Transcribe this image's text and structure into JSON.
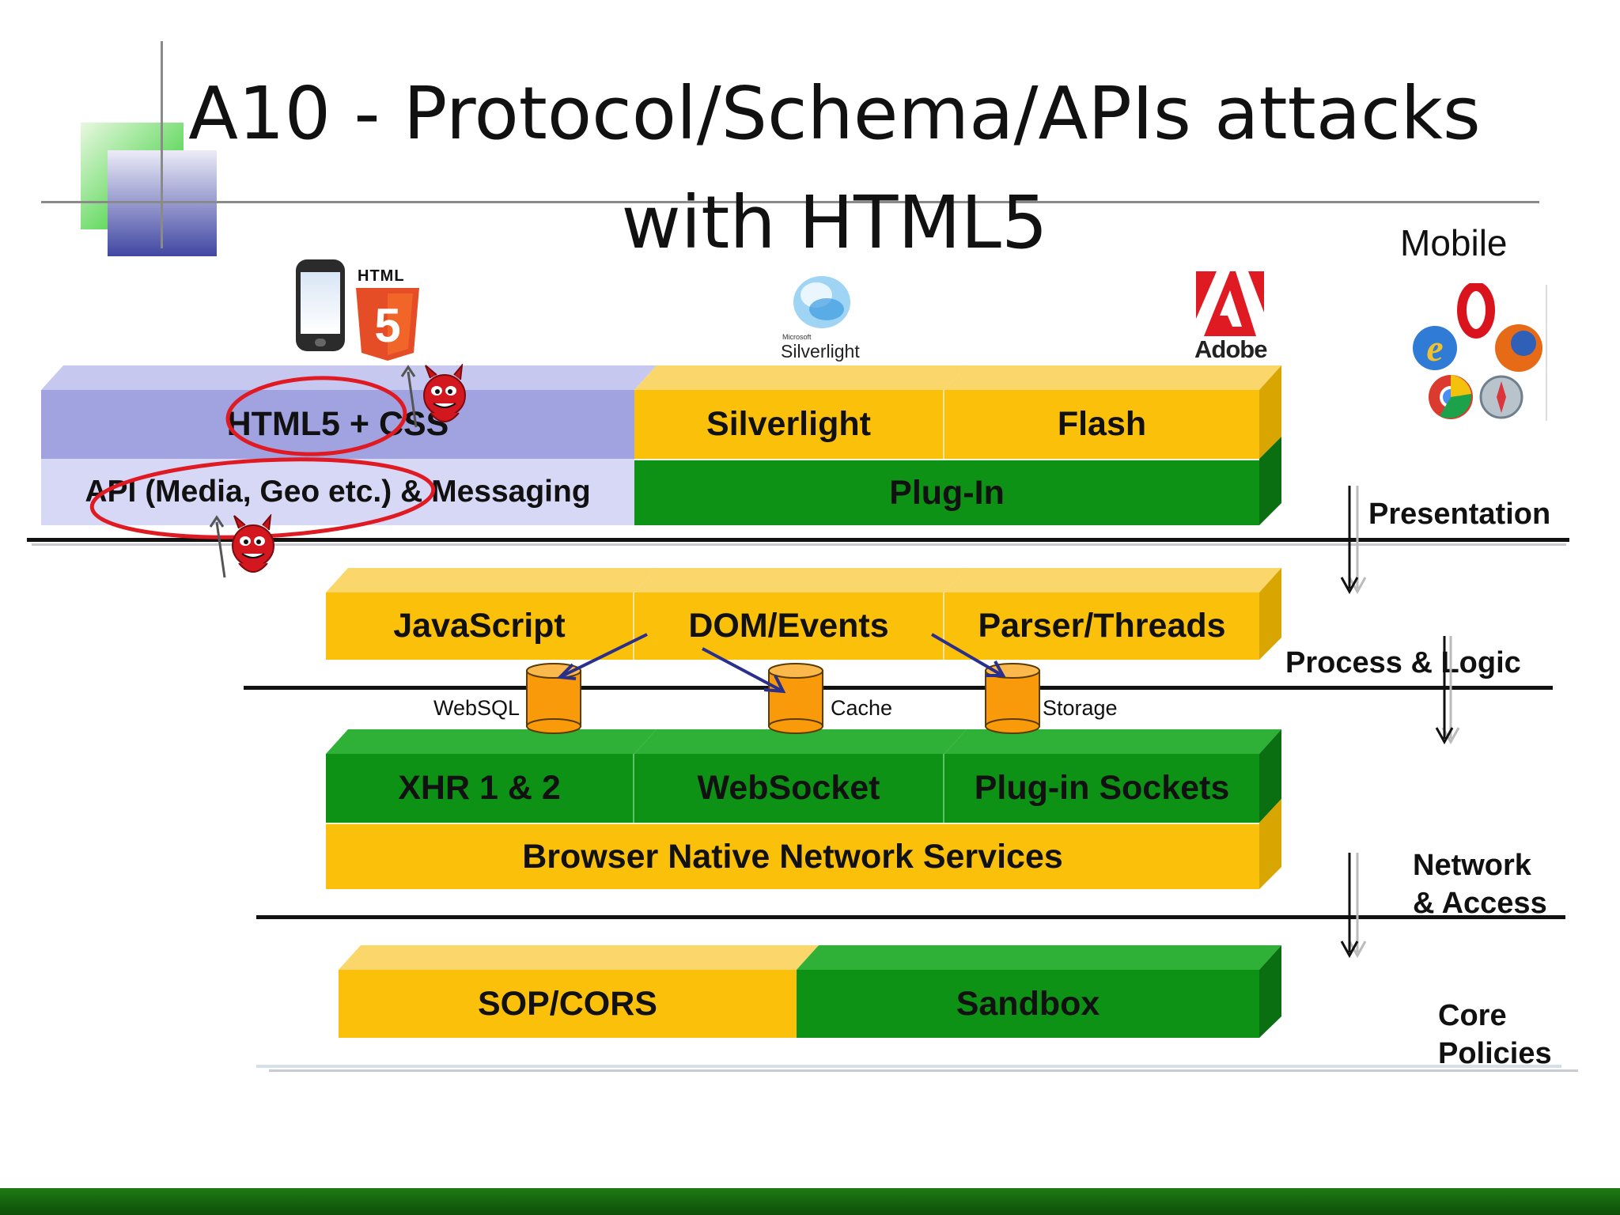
{
  "title": {
    "line1": "A10 - Protocol/Schema/APIs attacks",
    "line2": "with HTML5"
  },
  "logos": {
    "html5": "HTML",
    "silverlight": "Silverlight",
    "silverlight_small": "Microsoft",
    "adobe": "Adobe",
    "mobile": "Mobile"
  },
  "layers": {
    "presentation": "Presentation",
    "process": "Process & Logic",
    "network_line1": "Network",
    "network_line2": "& Access",
    "core_line1": "Core",
    "core_line2": "Policies"
  },
  "blocks": {
    "html5_css": "HTML5 + CSS",
    "api": "API (Media, Geo etc.) & Messaging",
    "silverlight": "Silverlight",
    "flash": "Flash",
    "plugin": "Plug-In",
    "javascript": "JavaScript",
    "dom_events": "DOM/Events",
    "parser_threads": "Parser/Threads",
    "xhr": "XHR 1 & 2",
    "websocket": "WebSocket",
    "plugin_sockets": "Plug-in Sockets",
    "browser_native": "Browser Native  Network Services",
    "sop_cors": "SOP/CORS",
    "sandbox": "Sandbox"
  },
  "storage": {
    "websql": "WebSQL",
    "cache": "Cache",
    "storage": "Storage"
  },
  "colors": {
    "yellow": "#fbc10a",
    "green": "#0d9216",
    "blue": "#a0a3e0",
    "light_blue": "#d7d8f5",
    "red": "#e01a22"
  }
}
